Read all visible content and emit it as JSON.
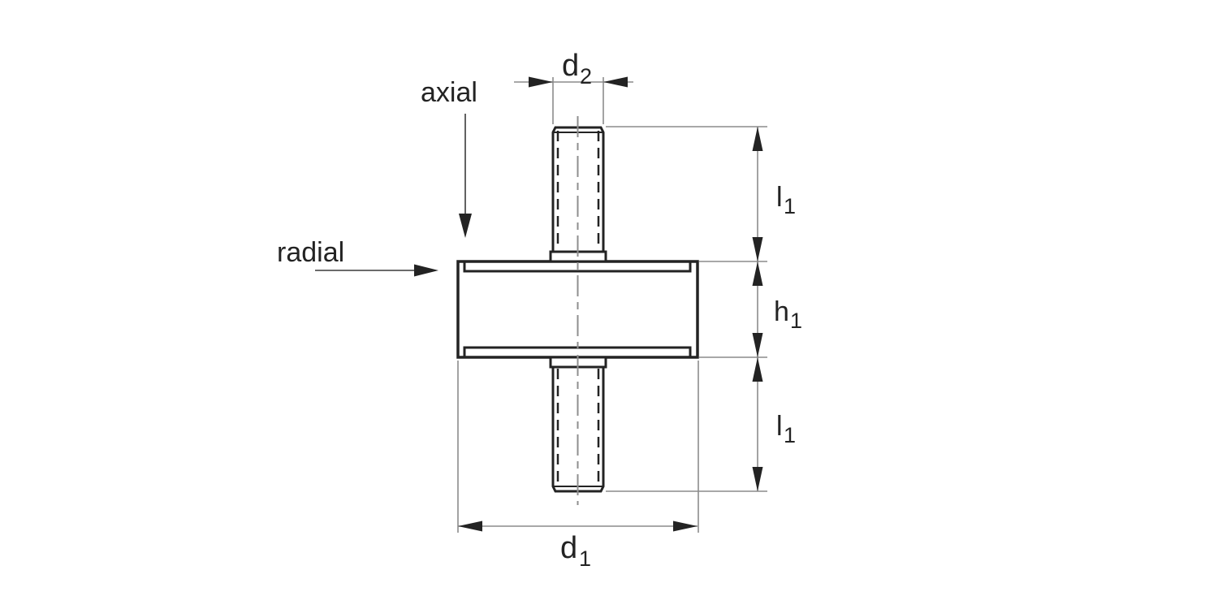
{
  "drawing": {
    "labels": {
      "axial": "axial",
      "radial": "radial",
      "d2": {
        "base": "d",
        "sub": "2"
      },
      "d1": {
        "base": "d",
        "sub": "1"
      },
      "l1_top": {
        "base": "l",
        "sub": "1"
      },
      "h1": {
        "base": "h",
        "sub": "1"
      },
      "l1_bottom": {
        "base": "l",
        "sub": "1"
      }
    },
    "colors": {
      "line": "#232323",
      "dimension": "#8c8c8c",
      "background": "#ffffff"
    }
  }
}
